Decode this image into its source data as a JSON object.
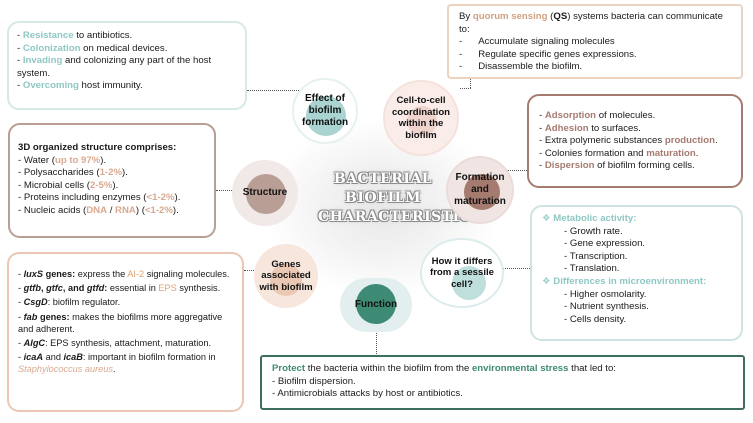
{
  "center_title": [
    "BACTERIAL",
    "BIOFILM",
    "CHARACTERISTICS"
  ],
  "circles": {
    "effect": "Effect of biofilm formation",
    "cell_to_cell": "Cell-to-cell coordination within the biofilm",
    "formation": "Formation and maturation",
    "differs": "How it differs from a sessile cell?",
    "function": "Function",
    "genes": "Genes associated with biofilm",
    "structure": "Structure"
  },
  "effect_box": {
    "l1": {
      "hl": "Resistance",
      "rest": " to antibiotics."
    },
    "l2": {
      "hl": "Colonization",
      "rest": " on medical devices."
    },
    "l3": {
      "hl": "Invading",
      "rest": " and colonizing any part of the host system."
    },
    "l4": {
      "hl": "Overcoming",
      "rest": " host immunity."
    }
  },
  "qs_box": {
    "intro_a": "By ",
    "intro_qs": "quorum sensing",
    "intro_b": " (",
    "intro_abbr": "QS",
    "intro_c": ") systems bacteria can communicate to:",
    "items": [
      "Accumulate signaling molecules",
      "Regulate specific genes expressions.",
      "Disassemble the biofilm."
    ]
  },
  "structure_box": {
    "heading": "3D organized structure comprises:",
    "water": {
      "pre": "- Water (",
      "hl": "up to 97%",
      "post": ")."
    },
    "poly": {
      "pre": "- Polysaccharides (",
      "hl": "1-2%",
      "post": ")."
    },
    "microbial": {
      "pre": "- Microbial cells (",
      "hl": "2-5%",
      "post": ")."
    },
    "proteins": {
      "pre": "- Proteins including enzymes (",
      "hl": "<1-2%",
      "post": ")."
    },
    "nucleic": {
      "pre": "- Nucleic acids (",
      "hl1": "DNA",
      "mid": " / ",
      "hl2": "RNA",
      "post": ") (",
      "hl3": "<1-2%",
      "end": ")."
    }
  },
  "formation_box": {
    "l1": {
      "hl": "Adsorption",
      "rest": " of molecules."
    },
    "l2": {
      "hl": "Adhesion",
      "rest": " to surfaces."
    },
    "l3": {
      "pre": "- Extra polymeric substances ",
      "hl": "production",
      "post": "."
    },
    "l4": {
      "pre": "- Colonies formation and ",
      "hl": "maturation",
      "post": "."
    },
    "l5": {
      "hl": "Dispersion",
      "rest": " of biofilm forming cells."
    }
  },
  "differs_box": {
    "metabolic": "Metabolic activity:",
    "metabolic_items": [
      "Growth rate.",
      "Gene expression.",
      "Transcription.",
      "Translation."
    ],
    "micro": "Differences in microenvironment:",
    "micro_items": [
      "Higher osmolarity.",
      "Nutrient synthesis.",
      "Cells density."
    ]
  },
  "genes_box": {
    "luxs_gene": "luxS",
    "luxs_a": " genes:",
    "luxs_b": " express the ",
    "luxs_ai": "AI-2",
    "luxs_c": " signaling molecules.",
    "gtf_1": "gtfb",
    "gtf_2": "gtfc",
    "gtf_3": "gtfd",
    "gtf_sep1": ", ",
    "gtf_sep2": ", and ",
    "gtf_a": ":",
    "gtf_b": " essential in ",
    "gtf_eps": "EPS",
    "gtf_c": " synthesis.",
    "csgd": "CsgD",
    "csgd_b": ": biofilm regulator.",
    "fab": "fab",
    "fab_a": " genes:",
    "fab_b": " makes the biofilms more aggregative and adherent.",
    "algc": "AlgC",
    "algc_b": ": EPS synthesis, attachment, maturation.",
    "icaa": "icaA",
    "ica_and": " and ",
    "icab": "icaB",
    "ica_b": ": important in biofilm formation in ",
    "staph": "Staphylococcus aureus",
    "ica_c": "."
  },
  "function_box": {
    "protect": "Protect",
    "a": " the bacteria within the biofilm from the ",
    "env": "environmental stress",
    "b": " that led to:",
    "items": [
      "- Biofilm dispersion.",
      "- Antimicrobials attacks by host or antibiotics."
    ]
  },
  "colors": {
    "teal": "#8fc7c4",
    "tan": "#d1a080",
    "brown": "#a57a6f",
    "green": "#3d8a75"
  }
}
